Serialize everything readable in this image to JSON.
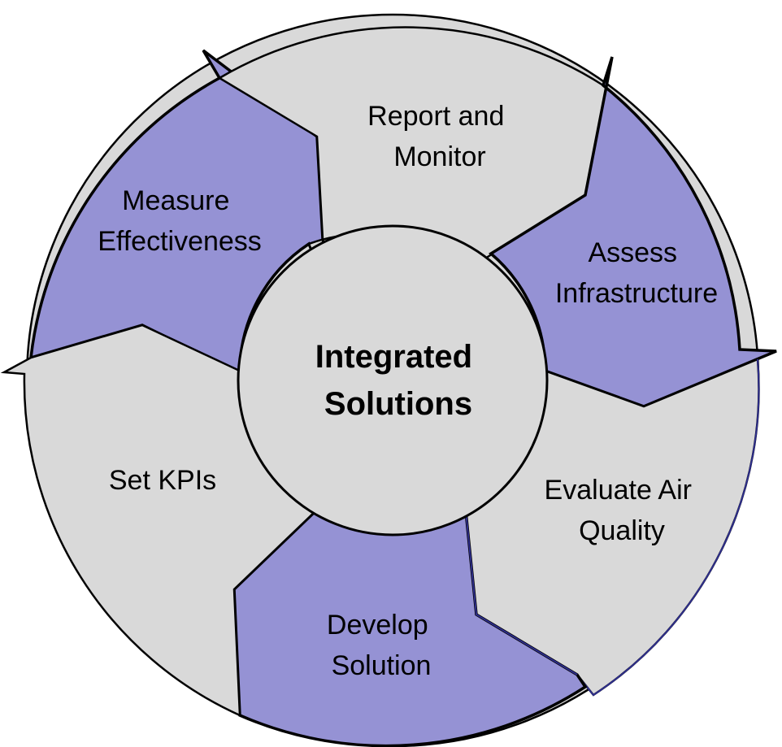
{
  "center": {
    "line1": "Integrated",
    "line2": "Solutions"
  },
  "steps": [
    {
      "id": "report-monitor",
      "line1": "Report and",
      "line2": "Monitor",
      "color": "#d9d9d9"
    },
    {
      "id": "assess-infrastructure",
      "line1": "Assess",
      "line2": "Infrastructure",
      "color": "#9592d4"
    },
    {
      "id": "evaluate-air-quality",
      "line1": "Evaluate Air",
      "line2": "Quality",
      "color": "#d9d9d9"
    },
    {
      "id": "develop-solution",
      "line1": "Develop",
      "line2": "Solution",
      "color": "#9592d4"
    },
    {
      "id": "set-kpis",
      "line1": "Set KPIs",
      "line2": "",
      "color": "#d9d9d9"
    },
    {
      "id": "measure-effectiveness",
      "line1": "Measure",
      "line2": "Effectiveness",
      "color": "#9592d4"
    }
  ],
  "colors": {
    "gray": "#d9d9d9",
    "purple": "#9592d4",
    "outline": "#000000",
    "accent_outline": "#2e2e8c"
  }
}
